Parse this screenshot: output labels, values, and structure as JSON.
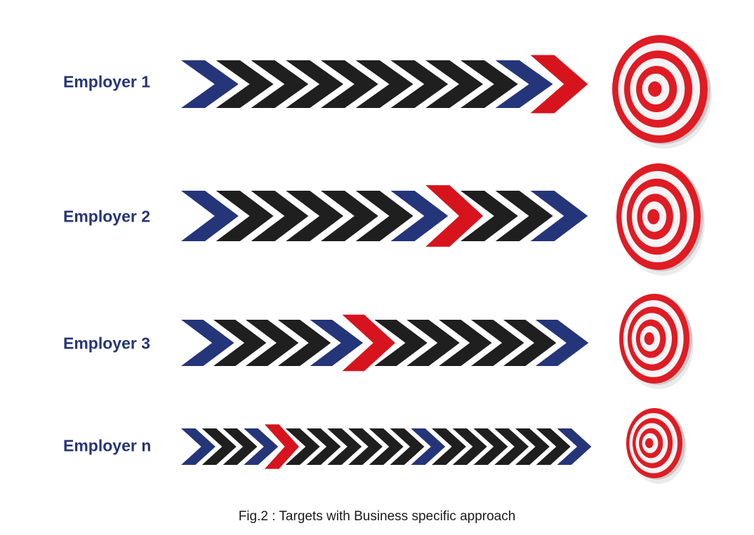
{
  "rows": [
    {
      "label": "Employer 1",
      "chevrons": [
        "blue",
        "black",
        "black",
        "black",
        "black",
        "black",
        "black",
        "black",
        "black",
        "blue",
        "red"
      ]
    },
    {
      "label": "Employer 2",
      "chevrons": [
        "blue",
        "black",
        "black",
        "black",
        "black",
        "black",
        "blue",
        "red",
        "black",
        "black",
        "blue"
      ]
    },
    {
      "label": "Employer 3",
      "chevrons": [
        "blue",
        "black",
        "black",
        "black",
        "blue",
        "red",
        "black",
        "black",
        "black",
        "black",
        "black",
        "blue"
      ]
    },
    {
      "label": "Employer n",
      "chevrons": [
        "blue",
        "black",
        "black",
        "blue",
        "red",
        "black",
        "black",
        "black",
        "black",
        "black",
        "black",
        "blue",
        "black",
        "black",
        "black",
        "black",
        "black",
        "black",
        "blue"
      ]
    }
  ],
  "colors": {
    "blue": "#25357a",
    "black": "#1f1f1f",
    "red": "#d7141d",
    "target_red": "#e01b23",
    "target_white": "#f4f4f4"
  },
  "caption": "Fig.2 : Targets with Business specific approach"
}
